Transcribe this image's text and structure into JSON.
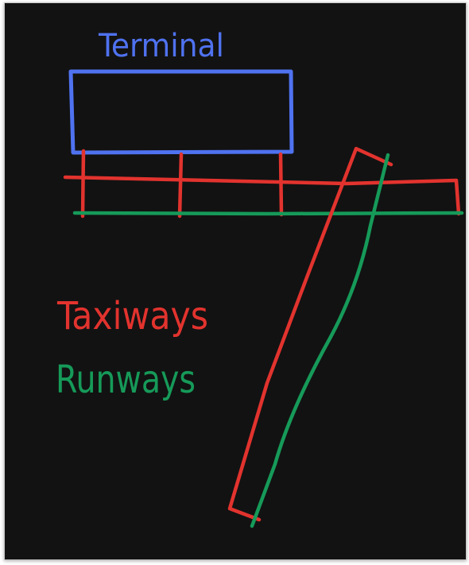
{
  "diagram": {
    "title": "Terminal",
    "legend": [
      {
        "label": "Taxiways",
        "color": "#e2332e"
      },
      {
        "label": "Runways",
        "color": "#169a59"
      }
    ],
    "terminal_color": "#4f72f0",
    "background": "#121212"
  }
}
